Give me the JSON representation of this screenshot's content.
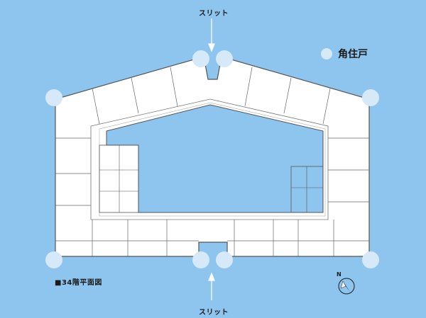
{
  "labels": {
    "slit_top": "スリット",
    "slit_bottom": "スリット",
    "floor": "■34階平面図",
    "legend": "角住戸",
    "north": "N"
  },
  "colors": {
    "background": "#8ec5ef",
    "building": "#ffffff",
    "wall": "#555555",
    "corner_marker": "#d6e9f9"
  }
}
